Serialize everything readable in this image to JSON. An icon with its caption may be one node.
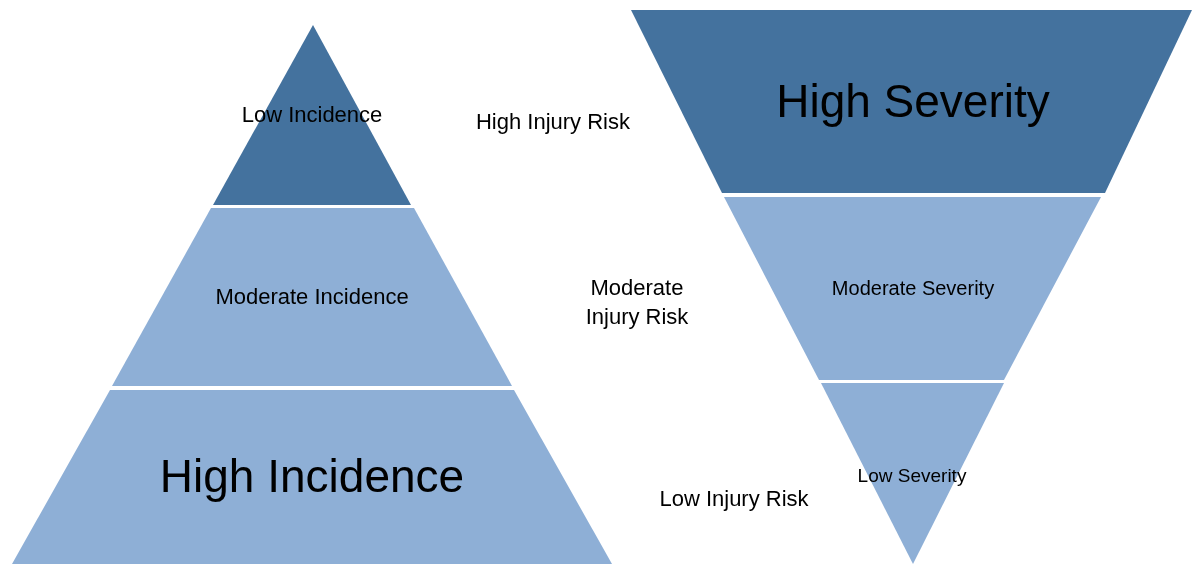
{
  "diagram": {
    "nodes": [
      {
        "text": [
          "Low Incidence"
        ]
      },
      {
        "text": [
          "Moderate Incidence"
        ]
      },
      {
        "text": [
          "High Incidence"
        ]
      },
      {
        "text": [
          "High Severity"
        ]
      },
      {
        "text": [
          "Moderate Severity"
        ]
      },
      {
        "text": [
          "Low Severity"
        ]
      }
    ],
    "labels": [
      "High Injury Risk",
      "Moderate Injury Risk",
      "Low Injury Risk"
    ]
  }
}
